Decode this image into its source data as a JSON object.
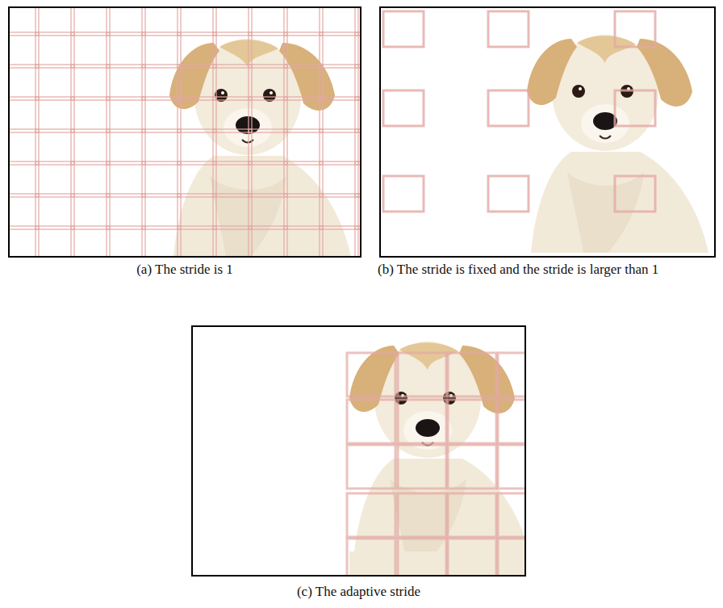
{
  "diagram": {
    "labels": [
      "(a) The stride is 1",
      "(b) The stride is fixed and the stride is larger than 1",
      "(c) The adaptive stride"
    ]
  }
}
